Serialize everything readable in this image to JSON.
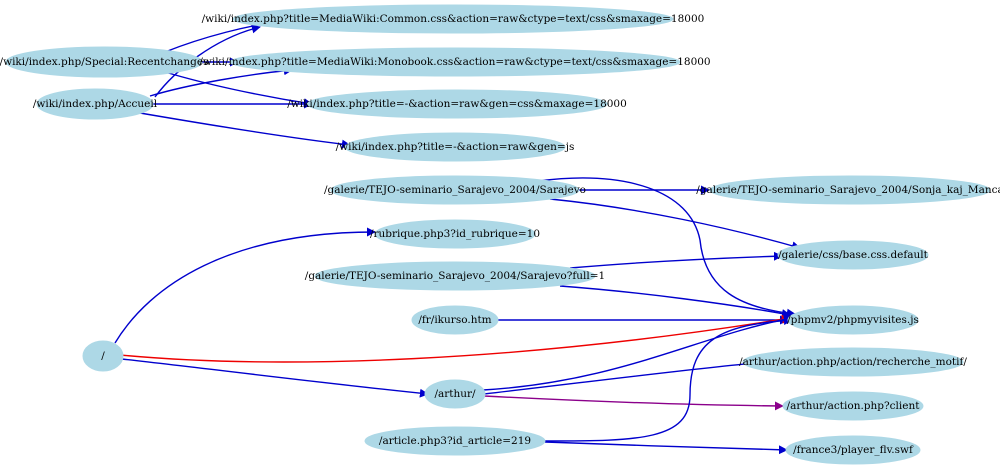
{
  "colors": {
    "node_fill": "#add8e6",
    "edge_blue": "#0000cd",
    "edge_red": "#ee0000",
    "edge_purple": "#8b008b",
    "background": "#ffffff"
  },
  "graph": {
    "direction": "left-to-right",
    "nodes": [
      {
        "id": "n_recent",
        "label": "/wiki/index.php/Special:Recentchanges"
      },
      {
        "id": "n_accueil",
        "label": "/wiki/index.php/Accueil"
      },
      {
        "id": "n_common",
        "label": "/wiki/index.php?title=MediaWiki:Common.css&action=raw&ctype=text/css&smaxage=18000"
      },
      {
        "id": "n_monobook",
        "label": "/wiki/index.php?title=MediaWiki:Monobook.css&action=raw&ctype=text/css&smaxage=18000"
      },
      {
        "id": "n_gencss",
        "label": "/wiki/index.php?title=-&action=raw&gen=css&maxage=18000"
      },
      {
        "id": "n_genjs",
        "label": "/wiki/index.php?title=-&action=raw&gen=js"
      },
      {
        "id": "n_sarajevo",
        "label": "/galerie/TEJO-seminario_Sarajevo_2004/Sarajevo"
      },
      {
        "id": "n_sonja",
        "label": "/galerie/TEJO-seminario_Sarajevo_2004/Sonja_kaj_Manca"
      },
      {
        "id": "n_rubrique",
        "label": "/rubrique.php3?id_rubrique=10"
      },
      {
        "id": "n_basecss",
        "label": "/galerie/css/base.css.default"
      },
      {
        "id": "n_sarajevofull",
        "label": "/galerie/TEJO-seminario_Sarajevo_2004/Sarajevo?full=1"
      },
      {
        "id": "n_ikurso",
        "label": "/fr/ikurso.htm"
      },
      {
        "id": "n_phpmv",
        "label": "/phpmv2/phpmyvisites.js"
      },
      {
        "id": "n_root",
        "label": "/"
      },
      {
        "id": "n_recherche",
        "label": "/arthur/action.php/action/recherche_motif/"
      },
      {
        "id": "n_arthur",
        "label": "/arthur/"
      },
      {
        "id": "n_client",
        "label": "/arthur/action.php?client"
      },
      {
        "id": "n_article",
        "label": "/article.php3?id_article=219"
      },
      {
        "id": "n_france3",
        "label": "/france3/player_flv.swf"
      }
    ],
    "edges": [
      {
        "from": "n_recent",
        "to": "n_common",
        "color": "blue"
      },
      {
        "from": "n_recent",
        "to": "n_monobook",
        "color": "blue"
      },
      {
        "from": "n_recent",
        "to": "n_gencss",
        "color": "blue"
      },
      {
        "from": "n_accueil",
        "to": "n_common",
        "color": "blue"
      },
      {
        "from": "n_accueil",
        "to": "n_monobook",
        "color": "blue"
      },
      {
        "from": "n_accueil",
        "to": "n_gencss",
        "color": "blue"
      },
      {
        "from": "n_accueil",
        "to": "n_genjs",
        "color": "blue"
      },
      {
        "from": "n_sarajevo",
        "to": "n_sonja",
        "color": "blue"
      },
      {
        "from": "n_sarajevo",
        "to": "n_basecss",
        "color": "blue"
      },
      {
        "from": "n_sarajevo",
        "to": "n_phpmv",
        "color": "blue"
      },
      {
        "from": "n_sarajevofull",
        "to": "n_basecss",
        "color": "blue"
      },
      {
        "from": "n_sarajevofull",
        "to": "n_phpmv",
        "color": "blue"
      },
      {
        "from": "n_ikurso",
        "to": "n_phpmv",
        "color": "blue"
      },
      {
        "from": "n_root",
        "to": "n_rubrique",
        "color": "blue"
      },
      {
        "from": "n_root",
        "to": "n_phpmv",
        "color": "red"
      },
      {
        "from": "n_root",
        "to": "n_arthur",
        "color": "blue"
      },
      {
        "from": "n_arthur",
        "to": "n_phpmv",
        "color": "blue"
      },
      {
        "from": "n_arthur",
        "to": "n_recherche",
        "color": "blue"
      },
      {
        "from": "n_arthur",
        "to": "n_client",
        "color": "purple"
      },
      {
        "from": "n_article",
        "to": "n_phpmv",
        "color": "blue"
      },
      {
        "from": "n_article",
        "to": "n_france3",
        "color": "blue"
      }
    ]
  }
}
